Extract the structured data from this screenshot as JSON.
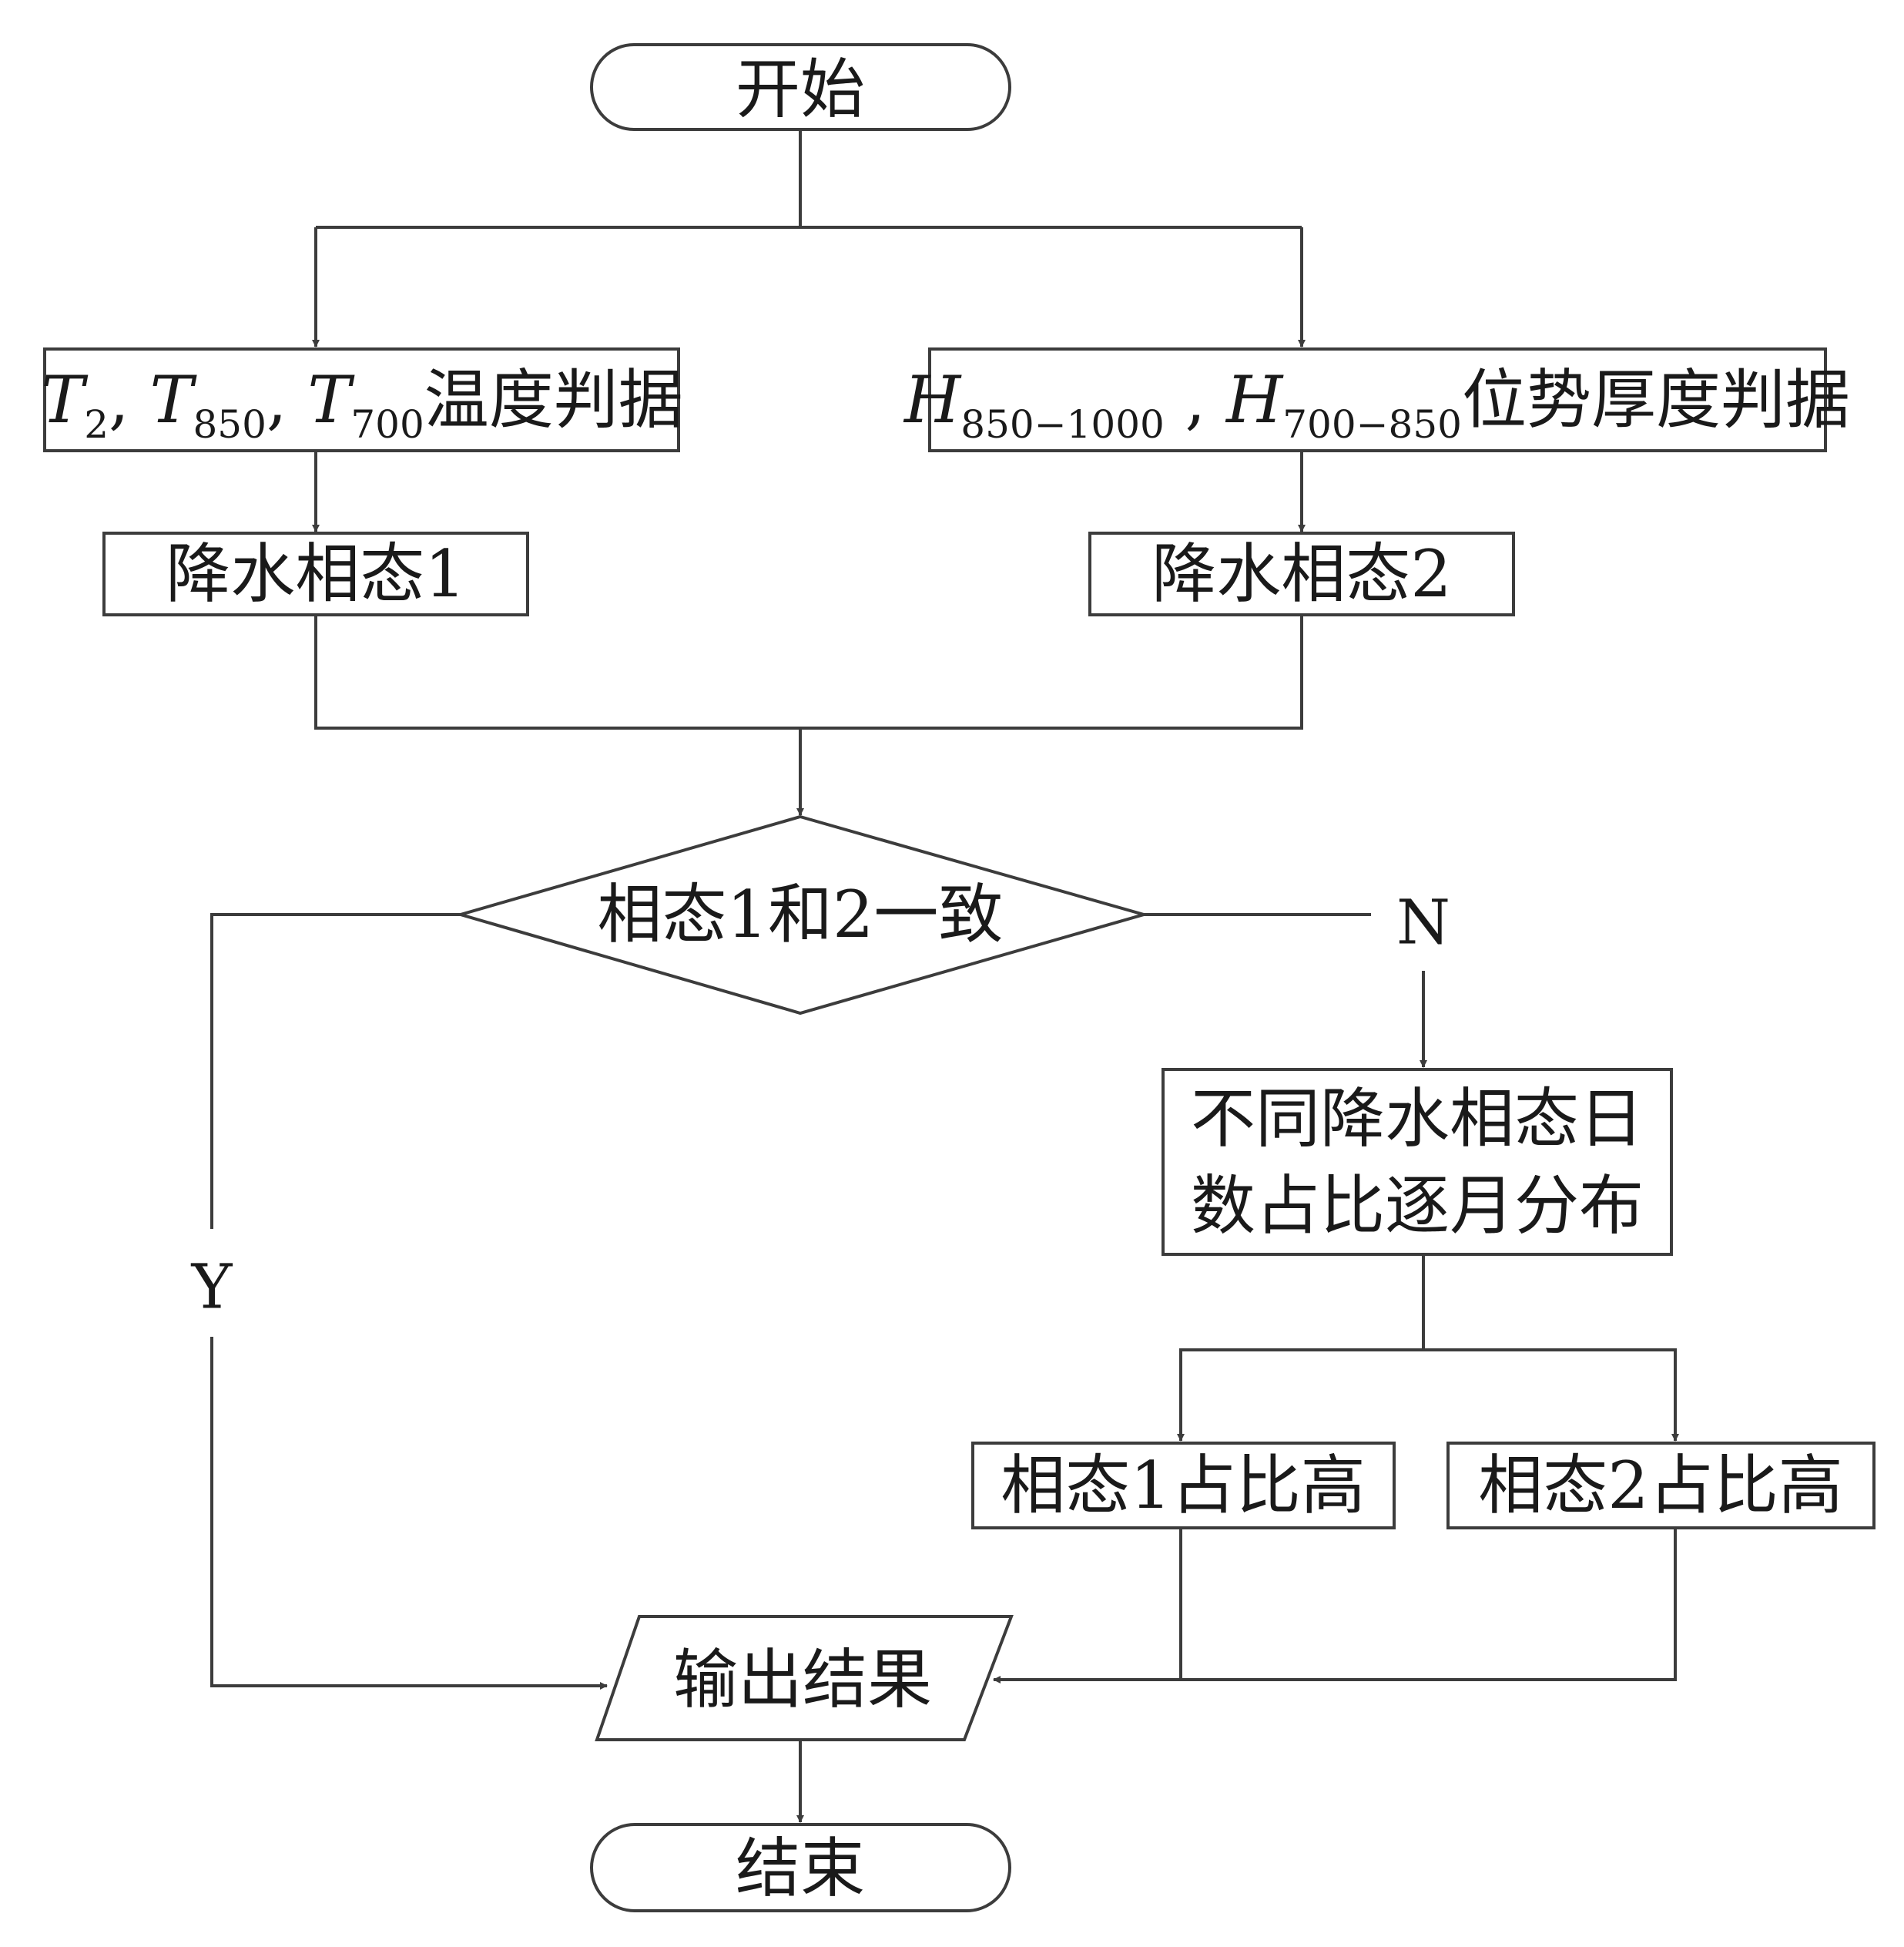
{
  "nodes": {
    "start": "开始",
    "temp_criterion": {
      "t2": "T",
      "t2_sub": "2",
      "sep1": ", ",
      "t850": "T",
      "t850_sub": "850",
      "sep2": ", ",
      "t700": "T",
      "t700_sub": "700",
      "text": "温度判据"
    },
    "height_criterion": {
      "h1": "H",
      "h1_sub": "850−1000",
      "sep": " , ",
      "h2": "H",
      "h2_sub": "700−850",
      "text": "位势厚度判据"
    },
    "phase1": "降水相态1",
    "phase2": "降水相态2",
    "decision": "相态1和2一致",
    "distribution_line1": "不同降水相态日",
    "distribution_line2": "数占比逐月分布",
    "phase1_high": "相态1占比高",
    "phase2_high": "相态2占比高",
    "output": "输出结果",
    "end": "结束"
  },
  "labels": {
    "no": "N",
    "yes": "Y"
  },
  "colors": {
    "stroke": "#3c3c3c",
    "text": "#1a1a1a",
    "background": "#ffffff"
  }
}
